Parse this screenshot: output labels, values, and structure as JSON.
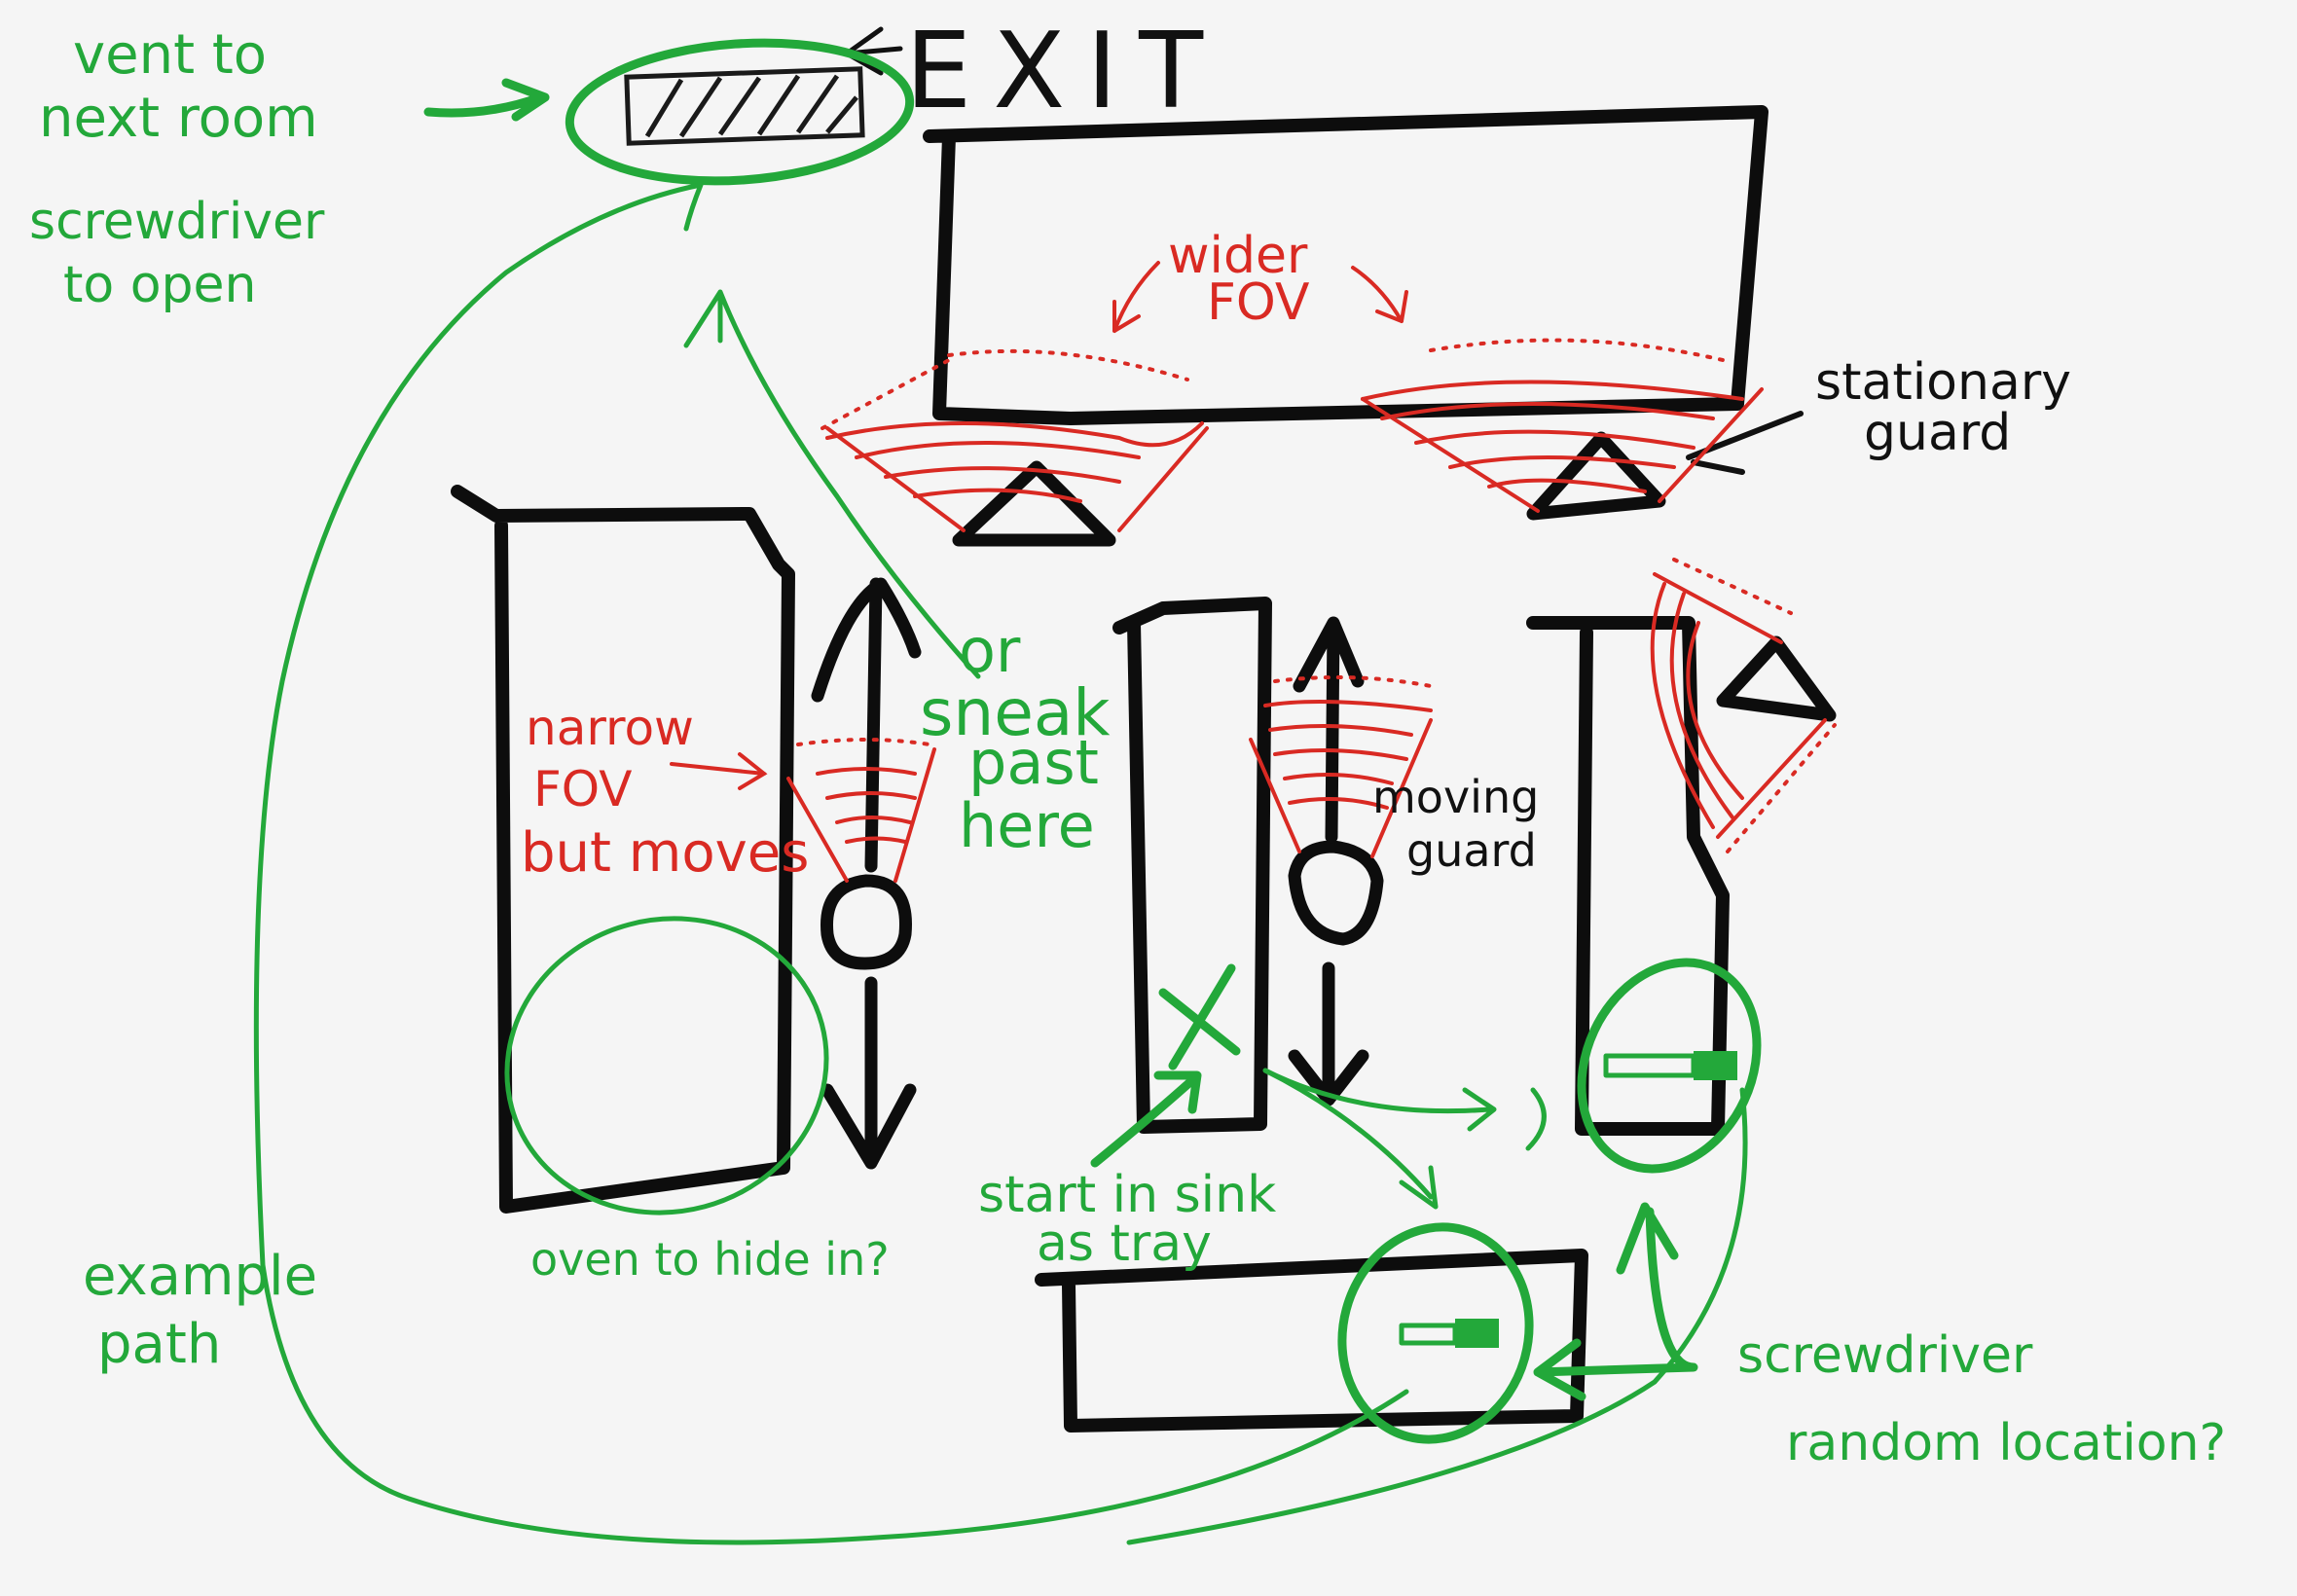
{
  "labels": {
    "vent_line1": "vent to",
    "vent_line2": "next room",
    "screwdriver_line1": "screwdriver",
    "screwdriver_line2": "to open",
    "exit": "EXIT",
    "wider_fov_line1": "wider",
    "wider_fov_line2": "FOV",
    "stationary_guard_line1": "stationary",
    "stationary_guard_line2": "guard",
    "narrow_fov_line1": "narrow",
    "narrow_fov_line2": "FOV",
    "narrow_fov_line3": "but moves",
    "sneak_line1": "or",
    "sneak_line2": "sneak",
    "sneak_line3": "past",
    "sneak_line4": "here",
    "moving_guard_line1": "moving",
    "moving_guard_line2": "guard",
    "start_line1": "start in sink",
    "start_line2": "as tray",
    "oven": "oven to hide in?",
    "example_line1": "example",
    "example_line2": "path",
    "screwdriver_random_line1": "screwdriver",
    "screwdriver_random_line2": "random location?"
  },
  "colors": {
    "annotation_green": "#23a83a",
    "fov_red": "#d92a23",
    "wall_black": "#0d0d0d",
    "background": "#f5f5f5"
  }
}
